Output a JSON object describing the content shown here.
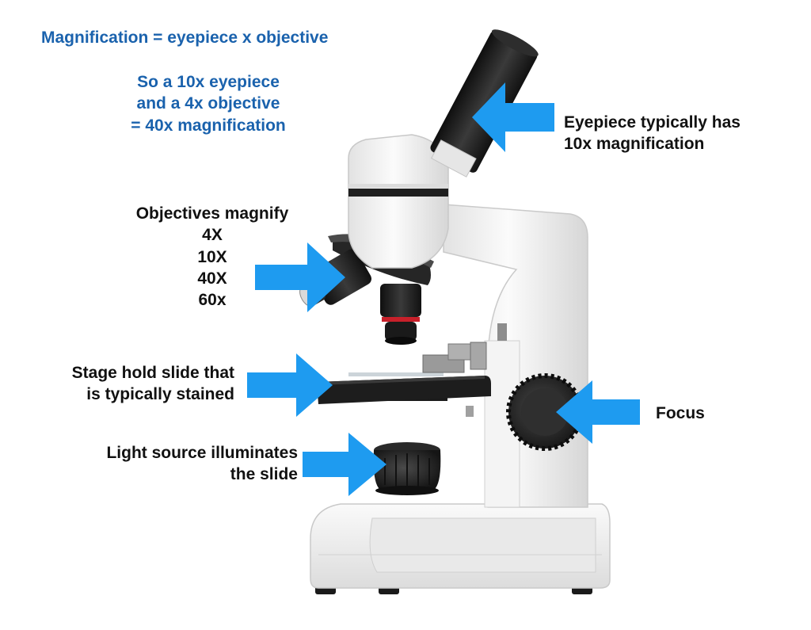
{
  "colors": {
    "title_text": "#1a62ad",
    "label_text": "#111111",
    "arrow": "#1e9bf0",
    "microscope_body": "#f1f1f1",
    "microscope_dark": "#1c1c1c",
    "objective_ring": "#c8202a"
  },
  "title": "Magnification = eyepiece x objective",
  "example": {
    "lines": [
      "So a 10x eyepiece",
      "and a 4x objective",
      "= 40x magnification"
    ]
  },
  "labels": {
    "eyepiece": [
      "Eyepiece typically has",
      "10x magnification"
    ],
    "objectives": {
      "heading": "Objectives magnify",
      "values": [
        "4X",
        "10X",
        "40X",
        "60x"
      ]
    },
    "stage": [
      "Stage hold slide that",
      "is typically stained"
    ],
    "light_source": [
      "Light source illuminates",
      "the slide"
    ],
    "focus": "Focus"
  },
  "icons": {
    "arrows": [
      "arrow-left-icon",
      "arrow-right-icon"
    ],
    "illustration": "microscope-illustration"
  }
}
